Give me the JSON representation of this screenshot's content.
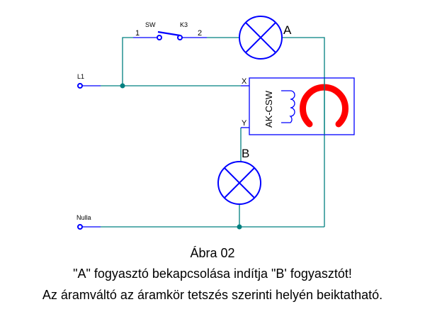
{
  "labels": {
    "sw": "SW",
    "k3": "K3",
    "pin1": "1",
    "pin2": "2",
    "lampA": "A",
    "lampB": "B",
    "l1": "L1",
    "nulla": "Nulla",
    "x": "X",
    "y": "Y",
    "device": "AK-CSW"
  },
  "caption": {
    "title": "Ábra 02",
    "line1": "\"A\" fogyasztó bekapcsolása indítja \"B' fogyasztót!",
    "line2": "Az áramváltó az áramkör tetszés szerinti helyén beiktatható."
  },
  "colors": {
    "wire": "#008080",
    "component": "#0000ff",
    "coil": "#ff0000"
  }
}
